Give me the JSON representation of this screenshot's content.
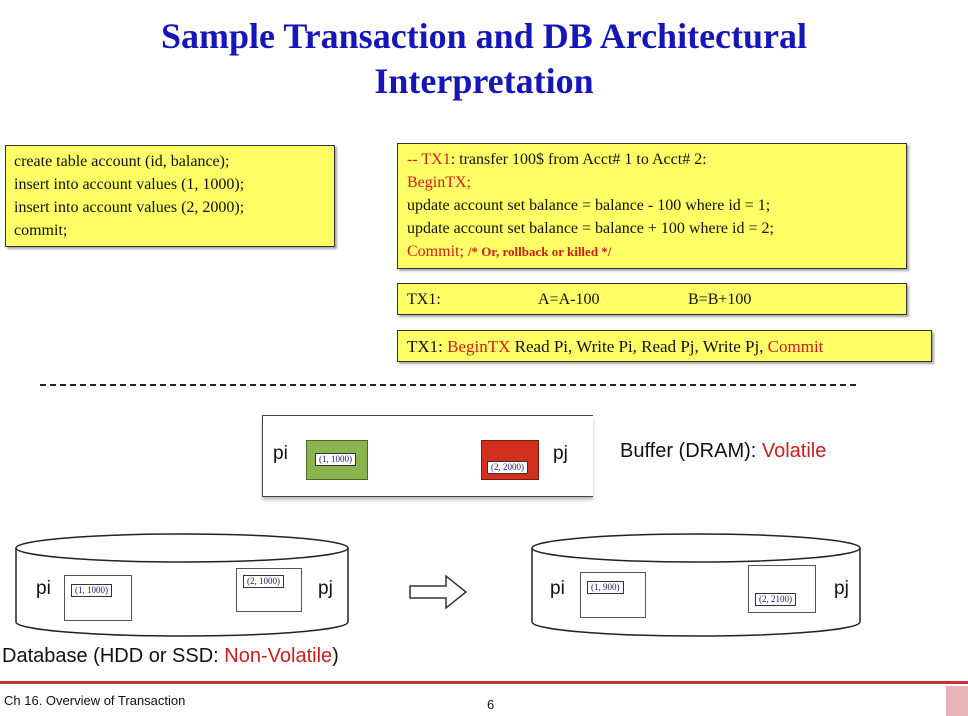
{
  "title": {
    "line1": "Sample Transaction and DB Architectural",
    "line2": "Interpretation"
  },
  "setup_box": {
    "lines": [
      "create table account (id, balance);",
      "insert into account values (1, 1000);",
      "insert into account values (2, 2000);",
      "commit;"
    ]
  },
  "tx_box": {
    "comment_prefix": "-- ",
    "tx_name": "TX1",
    "comment_rest": ": transfer 100$ from Acct# 1 to Acct# 2:",
    "begin": "BeginTX;",
    "update1": "update account set balance = balance - 100 where id = 1;",
    "update2": "update account set balance = balance + 100 where id = 2;",
    "commit": "Commit;",
    "commit_note": "/* Or, rollback or killed */"
  },
  "ops_box": {
    "tx": "TX1:",
    "op_a": "A=A-100",
    "op_b": "B=B+100"
  },
  "rw_box": {
    "tx": "TX1:",
    "begin": "BeginTX",
    "ops": "Read Pi, Write Pi, Read Pj, Write Pj,",
    "commit": "Commit"
  },
  "buffer": {
    "pi_label": "pi",
    "pj_label": "pj",
    "pi_value": "(1, 1000)",
    "pj_value": "(2, 2000)",
    "caption": "Buffer (DRAM): ",
    "caption_volatile": "Volatile",
    "pi_color": "#8ab44e",
    "pj_color": "#d32f1e"
  },
  "db_left": {
    "pi_label": "pi",
    "pj_label": "pj",
    "pi_value": "(1, 1000)",
    "pj_value": "(2, 1000)"
  },
  "db_right": {
    "pi_label": "pi",
    "pj_label": "pj",
    "pi_value": "(1, 900)",
    "pj_value": "(2, 2100)"
  },
  "db_caption": {
    "prefix": "Database (HDD or SSD: ",
    "nonvolatile": "Non-Volatile",
    "suffix": ")"
  },
  "footer": {
    "chapter": "Ch 16. Overview of Transaction",
    "page_number": "6"
  }
}
